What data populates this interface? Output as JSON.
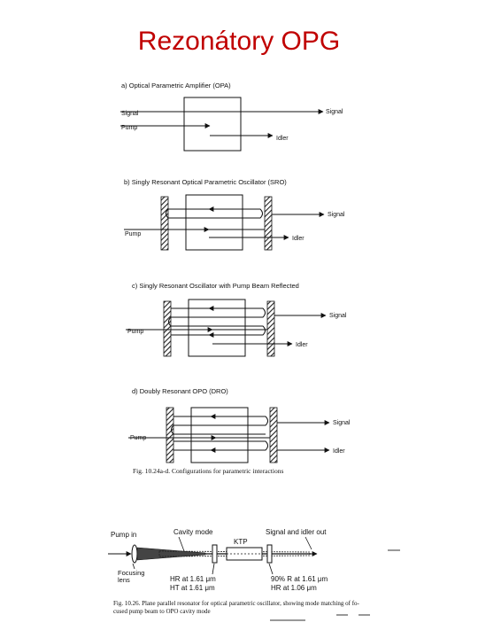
{
  "slide": {
    "title": "Rezonátory OPG"
  },
  "panels": {
    "a": {
      "heading": "a) Optical Parametric Amplifier (OPA)",
      "signal_in": "Signal",
      "pump": "Pump",
      "signal_out": "Signal",
      "idler": "Idler"
    },
    "b": {
      "heading": "b) Singly Resonant Optical Parametric Oscillator (SRO)",
      "pump": "Pump",
      "signal": "Signal",
      "idler": "Idler"
    },
    "c": {
      "heading": "c) Singly Resonant Oscillator with Pump Beam Reflected",
      "pump": "Pump",
      "signal": "Signal",
      "idler": "Idler"
    },
    "d": {
      "heading": "d) Doubly Resonant OPO (DRO)",
      "pump": "Pump",
      "signal": "Signal",
      "idler": "Idler"
    }
  },
  "figure_caption_1": "Fig. 10.24a-d. Configurations for parametric interactions",
  "bottom": {
    "pump_in": "Pump in",
    "cavity_mode": "Cavity mode",
    "signal_idler_out": "Signal and idler out",
    "crystal": "KTP",
    "focusing_lens_1": "Focusing",
    "focusing_lens_2": "lens",
    "left_mirror_1": "HR at 1.61 μm",
    "left_mirror_2": "HT at 1.61 μm",
    "right_mirror_1": "90% R at 1.61 μm",
    "right_mirror_2": "HR at 1.06 μm",
    "caption_1": "Fig. 10.26. Plane parallel resonator for optical parametric oscillator, showing mode matching of fo-",
    "caption_2": "cused pump beam to OPO cavity mode"
  }
}
